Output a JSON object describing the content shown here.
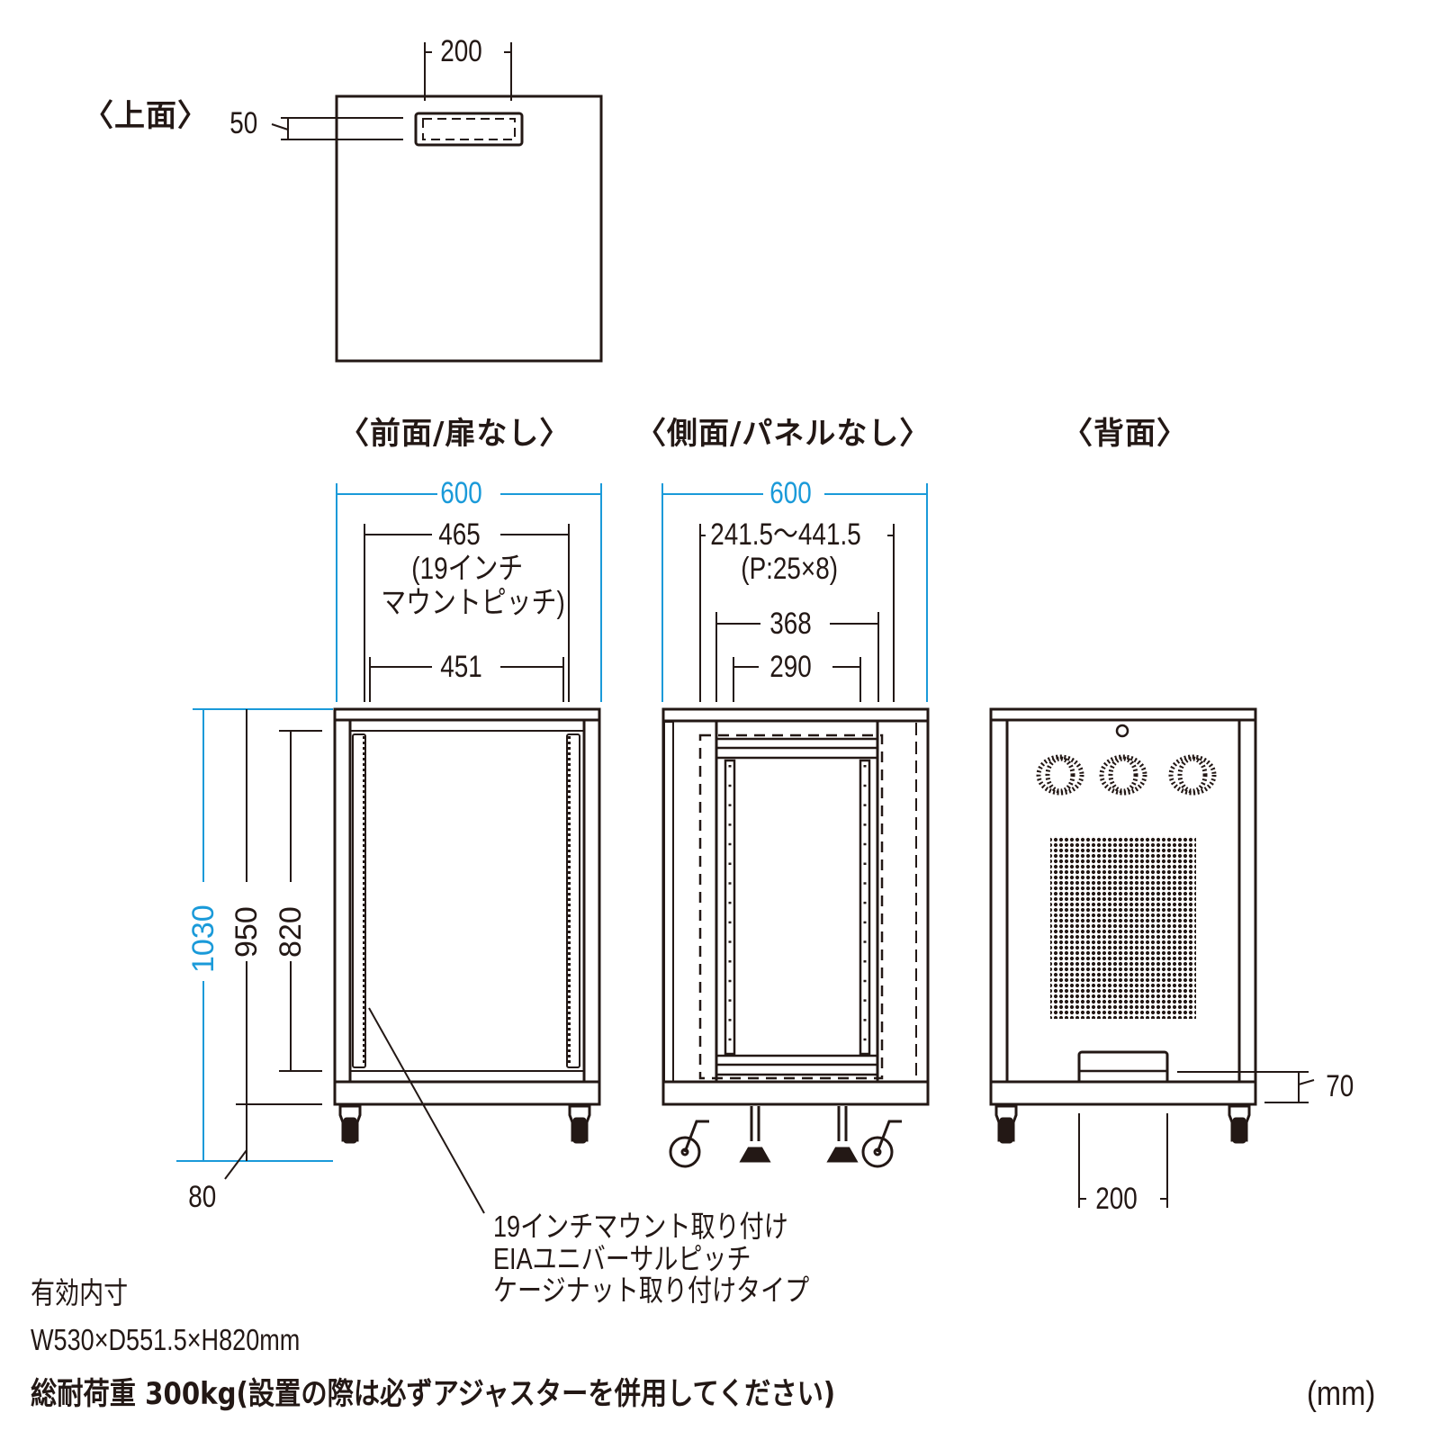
{
  "views": {
    "top": {
      "title": "〈上面〉",
      "dims": {
        "cutout_width": "200",
        "cutout_depth": "50"
      }
    },
    "front": {
      "title": "〈前面/扉なし〉",
      "dims": {
        "overall_width": "600",
        "mount_pitch": "465",
        "mount_pitch_note_1": "(19インチ",
        "mount_pitch_note_2": "マウントピッチ)",
        "inner_width": "451",
        "overall_height": "1030",
        "body_height": "950",
        "mount_height": "820",
        "caster_height": "80"
      },
      "callout": [
        "19インチマウント取り付け",
        "EIAユニバーサルピッチ",
        "ケージナット取り付けタイプ"
      ]
    },
    "side": {
      "title": "〈側面/パネルなし〉",
      "dims": {
        "overall_depth": "600",
        "rail_range": "241.5〜441.5",
        "rail_pitch": "(P:25×8)",
        "outer_depth": "368",
        "inner_depth": "290"
      }
    },
    "back": {
      "title": "〈背面〉",
      "dims": {
        "opening_height": "70",
        "opening_width": "200"
      }
    }
  },
  "notes": {
    "effective_label": "有効内寸",
    "effective_value": "W530×D551.5×H820mm",
    "load": "総耐荷重 300kg(設置の際は必ずアジャスターを併用してください)",
    "unit": "(mm)"
  },
  "colors": {
    "line": "#231815",
    "dimension_accent": "#1a9ad9"
  }
}
